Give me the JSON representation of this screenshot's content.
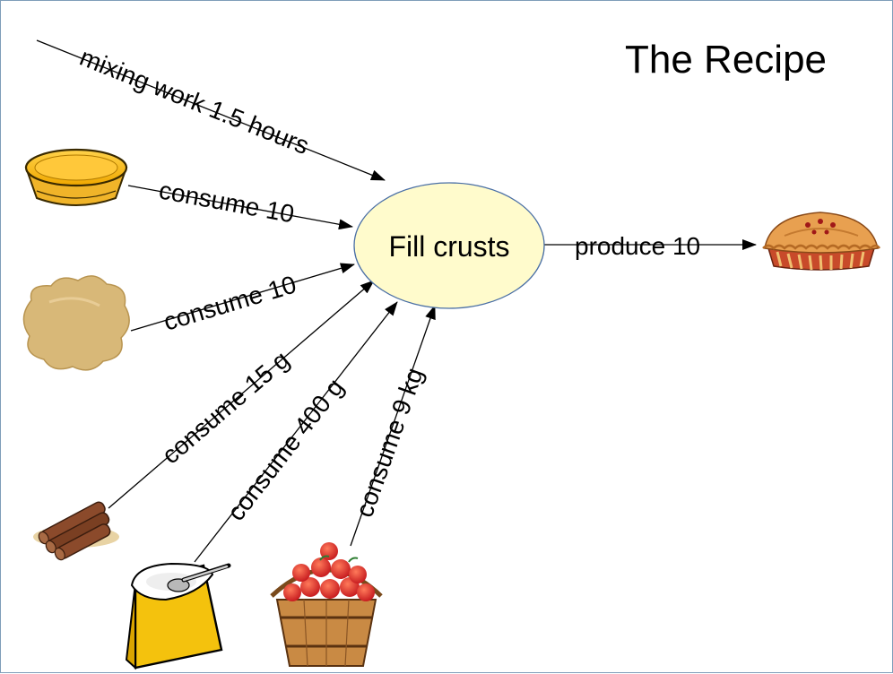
{
  "title": "The Recipe",
  "process": {
    "label": "Fill crusts"
  },
  "edges": {
    "mixing": "mixing work 1.5 hours",
    "crust": "consume 10",
    "dough": "consume 10",
    "cinnamon": "consume 15 g",
    "sugar": "consume 400 g",
    "apples": "consume 9 kg",
    "pie": "produce 10"
  },
  "icons": {
    "crust": "pie-crust-icon",
    "dough": "dough-icon",
    "cinnamon": "cinnamon-sticks-icon",
    "sugar": "sugar-bag-icon",
    "apples": "apple-basket-icon",
    "pie": "apple-pie-icon"
  },
  "colors": {
    "process_fill": "#fffbcc",
    "process_stroke": "#4a6fa5",
    "line": "#000000"
  }
}
